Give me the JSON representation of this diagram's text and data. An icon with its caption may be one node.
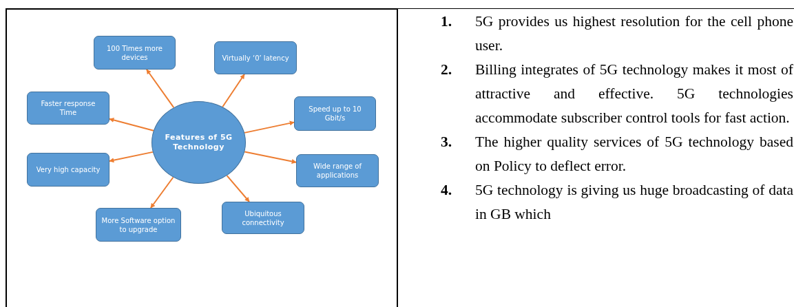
{
  "diagram": {
    "nodes": [
      {
        "text": [
          "Features of 5G Technology"
        ]
      },
      {
        "text": [
          "100 Times more devices"
        ]
      },
      {
        "text": [
          "Virtually ‘0’ latency"
        ]
      },
      {
        "text": [
          "Faster response Time"
        ]
      },
      {
        "text": [
          "Speed up to 10 Gbit/s"
        ]
      },
      {
        "text": [
          "Very high capacity"
        ]
      },
      {
        "text": [
          "Wide range of applications"
        ]
      },
      {
        "text": [
          "More Software option to upgrade"
        ]
      },
      {
        "text": [
          "Ubiquitous connectivity"
        ]
      }
    ],
    "edges": [
      {
        "from": 0,
        "to": 1,
        "arrow": "to"
      },
      {
        "from": 0,
        "to": 2,
        "arrow": "to"
      },
      {
        "from": 0,
        "to": 3,
        "arrow": "to"
      },
      {
        "from": 0,
        "to": 4,
        "arrow": "to"
      },
      {
        "from": 0,
        "to": 5,
        "arrow": "to"
      },
      {
        "from": 0,
        "to": 6,
        "arrow": "to"
      },
      {
        "from": 0,
        "to": 7,
        "arrow": "to"
      },
      {
        "from": 0,
        "to": 8,
        "arrow": "to"
      }
    ],
    "labels": [
      "1.",
      "5G provides us highest resolution for the cell phone user.",
      "2.",
      "Billing integrates of 5G technology makes it most of attractive and effective. 5G technologies accommodate subscriber control tools for fast action.",
      "3.",
      "The higher quality services of 5G technology based on Policy to deflect error.",
      "4.",
      "5G technology is giving us huge broadcasting of data in GB which"
    ]
  }
}
